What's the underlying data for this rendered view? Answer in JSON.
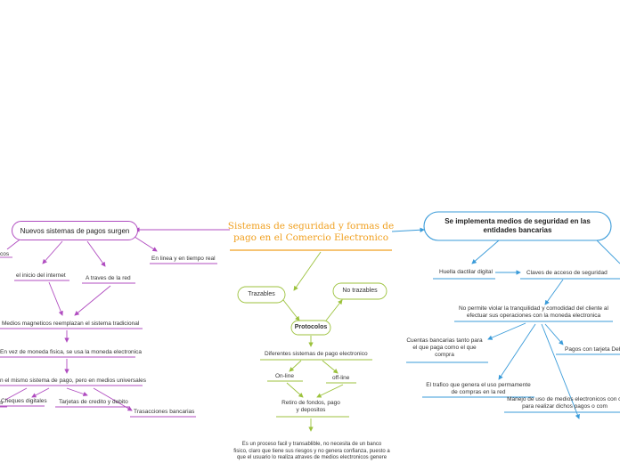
{
  "colors": {
    "purple": "#b04cc0",
    "green": "#9cc23c",
    "blue": "#3a9bd9",
    "orange": "#f0a020",
    "text": "#333333"
  },
  "central": {
    "title_line1": "Sistemas de seguridad y formas de",
    "title_line2": "pago en el Comercio Electronico"
  },
  "left": {
    "root": "Nuevos sistemas de pagos surgen",
    "cos": "cos",
    "inicio": "el inicio del internet",
    "red": "A traves de la red",
    "tiempo_real": "En linea y en tiempo real",
    "magneticos": "Medios magneticos reemplazan el sistema tradicional",
    "moneda": "En vez de moneda fisica, se usa la moneda electronica",
    "universal": "n el mismo sistema de pago, pero en medios universales",
    "s": "s",
    "cheques": "Cheques digitales",
    "tarjetas": "Tarjetas de credito y debito",
    "transacciones": "Trasacciones bancarias"
  },
  "middle": {
    "trazables": "Trazables",
    "no_trazables": "No trazables",
    "protocolos": "Protocolos",
    "diferentes": "Diferentes sistemas de pago electronico",
    "online": "On-line",
    "offline": "off-line",
    "retiro_line1": "Retiro de fondos, pago",
    "retiro_line2": "y depositos",
    "proceso_line1": "Es un proceso facil y transablible, no necesita de un banco",
    "proceso_line2": "fisico, claro que tiene sus riesgos y no genera confianza, puesto a",
    "proceso_line3": "que el usuario lo realiza atraves de medios electronicos genere"
  },
  "right": {
    "root_line1": "Se implementa medios de seguridad en las",
    "root_line2": "entidades bancarias",
    "huella": "Huella dactilar digital",
    "claves": "Claves de acceso de seguridad",
    "no_permite_line1": "No permite violar la tranquilidad y comodidad del cliente al",
    "no_permite_line2": "efectuar sus operaciones con la moneda electronica",
    "cuentas_line1": "Cuentas bancarias tanto para",
    "cuentas_line2": "el que paga como el que",
    "cuentas_line3": "compra",
    "pagos_tarjeta": "Pagos con tarjeta Deb",
    "trafico_line1": "El trafico que genera el uso permamente",
    "trafico_line2": "de compras en la red",
    "manejo_line1": "Manejo de uso de medios electronicos con cl",
    "manejo_line2": "para realizar dichos pagos o com"
  }
}
